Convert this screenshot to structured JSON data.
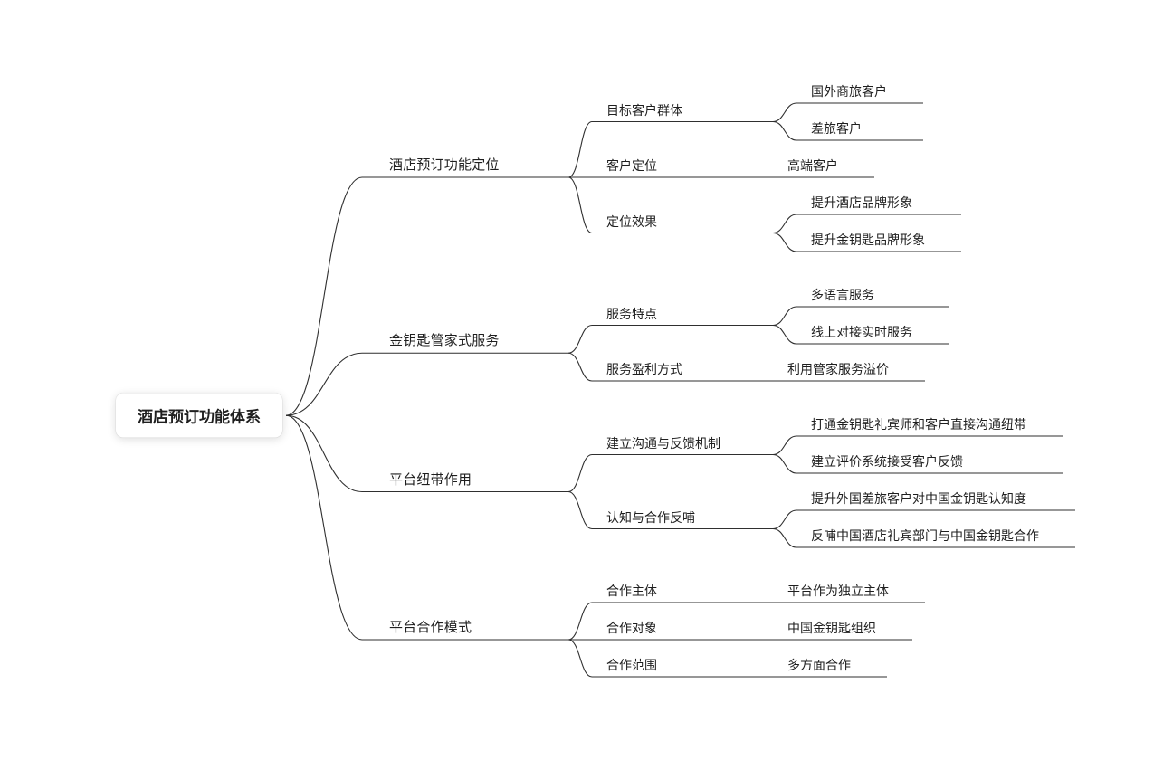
{
  "diagram": {
    "type": "mindmap",
    "root": {
      "label": "酒店预订功能体系",
      "children": [
        {
          "label": "酒店预订功能定位",
          "children": [
            {
              "label": "目标客户群体",
              "children": [
                {
                  "label": "国外商旅客户"
                },
                {
                  "label": "差旅客户"
                }
              ]
            },
            {
              "label": "客户定位",
              "children": [
                {
                  "label": "高端客户"
                }
              ]
            },
            {
              "label": "定位效果",
              "children": [
                {
                  "label": "提升酒店品牌形象"
                },
                {
                  "label": "提升金钥匙品牌形象"
                }
              ]
            }
          ]
        },
        {
          "label": "金钥匙管家式服务",
          "children": [
            {
              "label": "服务特点",
              "children": [
                {
                  "label": "多语言服务"
                },
                {
                  "label": "线上对接实时服务"
                }
              ]
            },
            {
              "label": "服务盈利方式",
              "children": [
                {
                  "label": "利用管家服务溢价"
                }
              ]
            }
          ]
        },
        {
          "label": "平台纽带作用",
          "children": [
            {
              "label": "建立沟通与反馈机制",
              "children": [
                {
                  "label": "打通金钥匙礼宾师和客户直接沟通纽带"
                },
                {
                  "label": "建立评价系统接受客户反馈"
                }
              ]
            },
            {
              "label": "认知与合作反哺",
              "children": [
                {
                  "label": "提升外国差旅客户对中国金钥匙认知度"
                },
                {
                  "label": "反哺中国酒店礼宾部门与中国金钥匙合作"
                }
              ]
            }
          ]
        },
        {
          "label": "平台合作模式",
          "children": [
            {
              "label": "合作主体",
              "children": [
                {
                  "label": "平台作为独立主体"
                }
              ]
            },
            {
              "label": "合作对象",
              "children": [
                {
                  "label": "中国金钥匙组织"
                }
              ]
            },
            {
              "label": "合作范围",
              "children": [
                {
                  "label": "多方面合作"
                }
              ]
            }
          ]
        }
      ]
    },
    "colors": {
      "line": "#2f2f2f",
      "text": "#1f1f1f",
      "background": "#ffffff",
      "root_background": "#ffffff"
    }
  }
}
